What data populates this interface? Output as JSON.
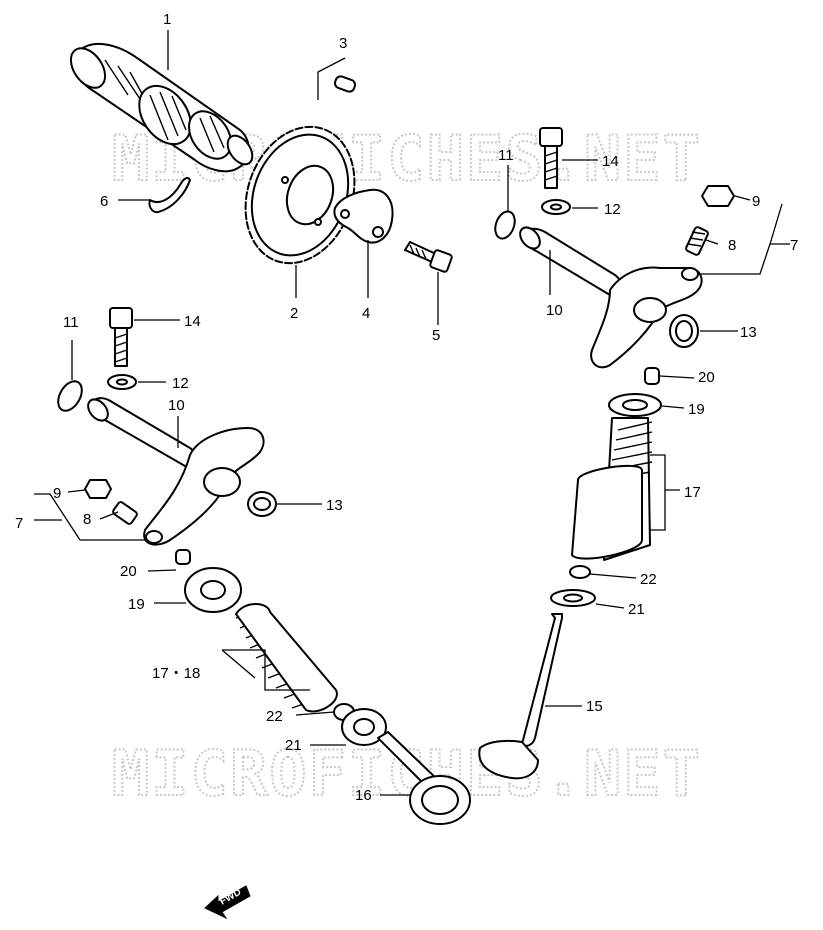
{
  "watermark": "MICROFICHES.NET",
  "fwd_label": "FWD",
  "callouts": [
    {
      "id": "1",
      "text": "1"
    },
    {
      "id": "2",
      "text": "2"
    },
    {
      "id": "3",
      "text": "3"
    },
    {
      "id": "4",
      "text": "4"
    },
    {
      "id": "5",
      "text": "5"
    },
    {
      "id": "6",
      "text": "6"
    },
    {
      "id": "7a",
      "text": "7"
    },
    {
      "id": "8a",
      "text": "8"
    },
    {
      "id": "9a",
      "text": "9"
    },
    {
      "id": "10a",
      "text": "10"
    },
    {
      "id": "11a",
      "text": "11"
    },
    {
      "id": "12a",
      "text": "12"
    },
    {
      "id": "13a",
      "text": "13"
    },
    {
      "id": "14a",
      "text": "14"
    },
    {
      "id": "10b",
      "text": "10"
    },
    {
      "id": "11b",
      "text": "11"
    },
    {
      "id": "12b",
      "text": "12"
    },
    {
      "id": "14b",
      "text": "14"
    },
    {
      "id": "9b",
      "text": "9"
    },
    {
      "id": "7b",
      "text": "7"
    },
    {
      "id": "8b",
      "text": "8"
    },
    {
      "id": "13b",
      "text": "13"
    },
    {
      "id": "20a",
      "text": "20"
    },
    {
      "id": "19a",
      "text": "19"
    },
    {
      "id": "17a",
      "text": "17"
    },
    {
      "id": "22a",
      "text": "22"
    },
    {
      "id": "21a",
      "text": "21"
    },
    {
      "id": "15",
      "text": "15"
    },
    {
      "id": "20b",
      "text": "20"
    },
    {
      "id": "19b",
      "text": "19"
    },
    {
      "id": "1718",
      "text": "17・18"
    },
    {
      "id": "22b",
      "text": "22"
    },
    {
      "id": "21b",
      "text": "21"
    },
    {
      "id": "16",
      "text": "16"
    }
  ]
}
